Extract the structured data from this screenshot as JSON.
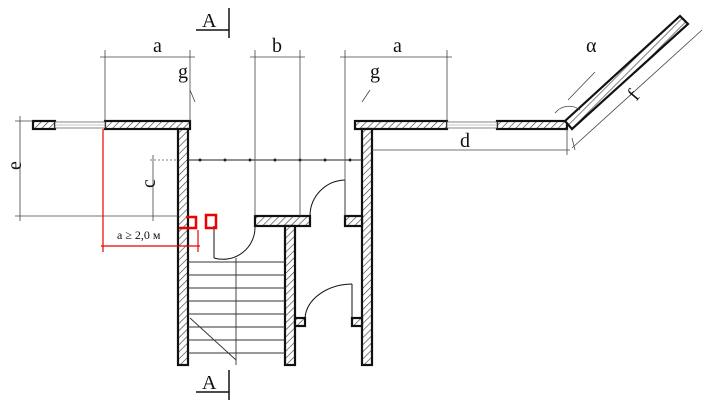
{
  "labels": {
    "section_top": "A",
    "section_bottom": "A",
    "dim_a_left": "a",
    "dim_b": "b",
    "dim_a_right": "a",
    "dim_g_left": "g",
    "dim_g_right": "g",
    "dim_e": "e",
    "dim_c": "c",
    "dim_d": "d",
    "dim_f": "f",
    "angle_alpha": "α",
    "requirement": "a ≥ 2,0 м"
  },
  "colors": {
    "highlight": "#e00000",
    "wall": "#111111"
  }
}
